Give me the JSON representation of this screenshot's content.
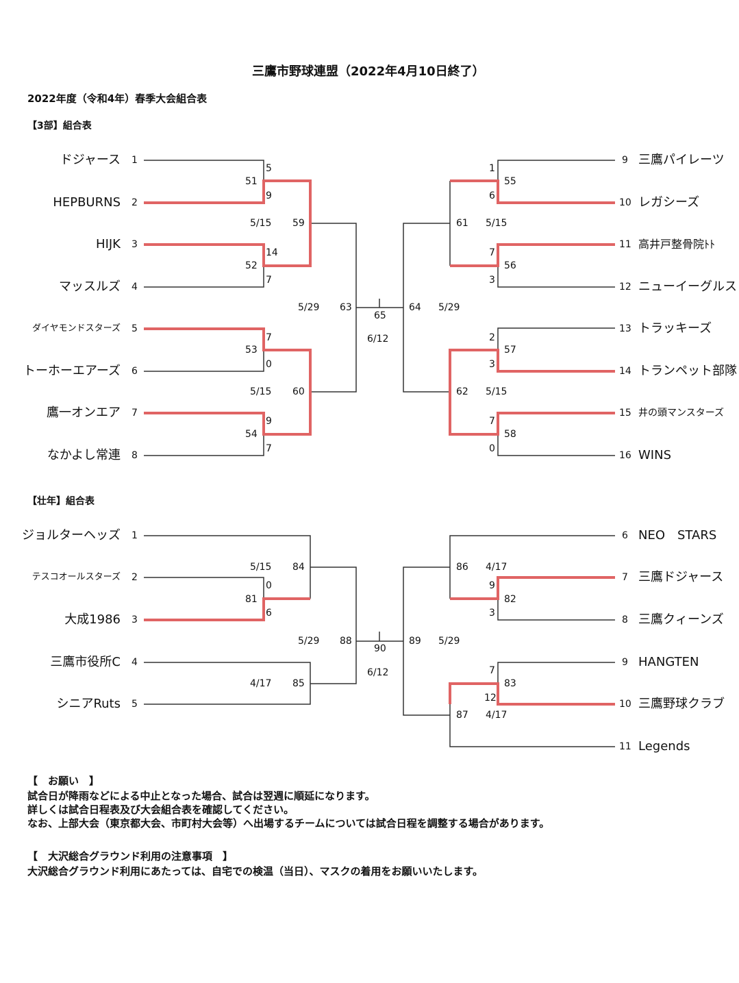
{
  "header": {
    "title": "三鷹市野球連盟（2022年4月10日終了）",
    "subtitle": "2022年度（令和4年）春季大会組合表"
  },
  "colors": {
    "line": "#333333",
    "winner": "#e06464"
  },
  "division3": {
    "label": "【3部】組合表",
    "teams": [
      {
        "seed": "1",
        "name": "ドジャース"
      },
      {
        "seed": "2",
        "name": "HEPBURNS"
      },
      {
        "seed": "3",
        "name": "HIJK"
      },
      {
        "seed": "4",
        "name": "マッスルズ"
      },
      {
        "seed": "5",
        "name": "ダイヤモンドスターズ"
      },
      {
        "seed": "6",
        "name": "トーホーエアーズ"
      },
      {
        "seed": "7",
        "name": "鷹一オンエア"
      },
      {
        "seed": "8",
        "name": "なかよし常連"
      },
      {
        "seed": "9",
        "name": "三鷹パイレーツ"
      },
      {
        "seed": "10",
        "name": "レガシーズ"
      },
      {
        "seed": "11",
        "name": "高井戸整骨院ﾄﾄ"
      },
      {
        "seed": "12",
        "name": "ニューイーグルス"
      },
      {
        "seed": "13",
        "name": "トラッキーズ"
      },
      {
        "seed": "14",
        "name": "トランペット部隊"
      },
      {
        "seed": "15",
        "name": "井の頭マンスターズ"
      },
      {
        "seed": "16",
        "name": "WINS"
      }
    ],
    "games": {
      "g51": "51",
      "g52": "52",
      "g53": "53",
      "g54": "54",
      "g55": "55",
      "g56": "56",
      "g57": "57",
      "g58": "58",
      "g59": "59",
      "g60": "60",
      "g61": "61",
      "g62": "62",
      "g63": "63",
      "g64": "64",
      "g65": "65"
    },
    "scores": {
      "s1": "5",
      "s2": "9",
      "s3": "14",
      "s4": "7",
      "s5": "7",
      "s6": "0",
      "s7": "9",
      "s8": "7",
      "s9": "1",
      "s10": "6",
      "s11": "7",
      "s12": "3",
      "s13": "2",
      "s14": "3",
      "s15": "7",
      "s16": "0"
    },
    "dates": {
      "d59": "5/15",
      "d60": "5/15",
      "d61": "5/15",
      "d62": "5/15",
      "d63": "5/29",
      "d64": "5/29",
      "final": "6/12"
    }
  },
  "senior": {
    "label": "【壮年】組合表",
    "teams": [
      {
        "seed": "1",
        "name": "ジョルターヘッズ"
      },
      {
        "seed": "2",
        "name": "テスコオールスターズ"
      },
      {
        "seed": "3",
        "name": "大成1986"
      },
      {
        "seed": "4",
        "name": "三鷹市役所C"
      },
      {
        "seed": "5",
        "name": "シニアRuts"
      },
      {
        "seed": "6",
        "name": "NEO　STARS"
      },
      {
        "seed": "7",
        "name": "三鷹ドジャース"
      },
      {
        "seed": "8",
        "name": "三鷹クィーンズ"
      },
      {
        "seed": "9",
        "name": "HANGTEN"
      },
      {
        "seed": "10",
        "name": "三鷹野球クラブ"
      },
      {
        "seed": "11",
        "name": "Legends"
      }
    ],
    "games": {
      "g81": "81",
      "g82": "82",
      "g83": "83",
      "g84": "84",
      "g85": "85",
      "g86": "86",
      "g87": "87",
      "g88": "88",
      "g89": "89",
      "g90": "90"
    },
    "scores": {
      "s2": "0",
      "s3": "6",
      "s7": "9",
      "s8": "3",
      "s9": "7",
      "s10": "12"
    },
    "dates": {
      "d84": "5/15",
      "d85": "4/17",
      "d86": "4/17",
      "d87": "4/17",
      "d88": "5/29",
      "d89": "5/29",
      "final": "6/12"
    }
  },
  "notes": {
    "request_heading": "【　お願い　】",
    "request_lines": [
      "試合日が降雨などによる中止となった場合、試合は翌週に順延になります。",
      "詳しくは試合日程表及び大会組合表を確認してください。",
      "なお、上部大会（東京都大会、市町村大会等）へ出場するチームについては試合日程を調整する場合があります。"
    ],
    "ground_heading": "【　大沢総合グラウンド利用の注意事項　】",
    "ground_lines": [
      "大沢総合グラウンド利用にあたっては、自宅での検温（当日）、マスクの着用をお願いいたします。"
    ]
  }
}
